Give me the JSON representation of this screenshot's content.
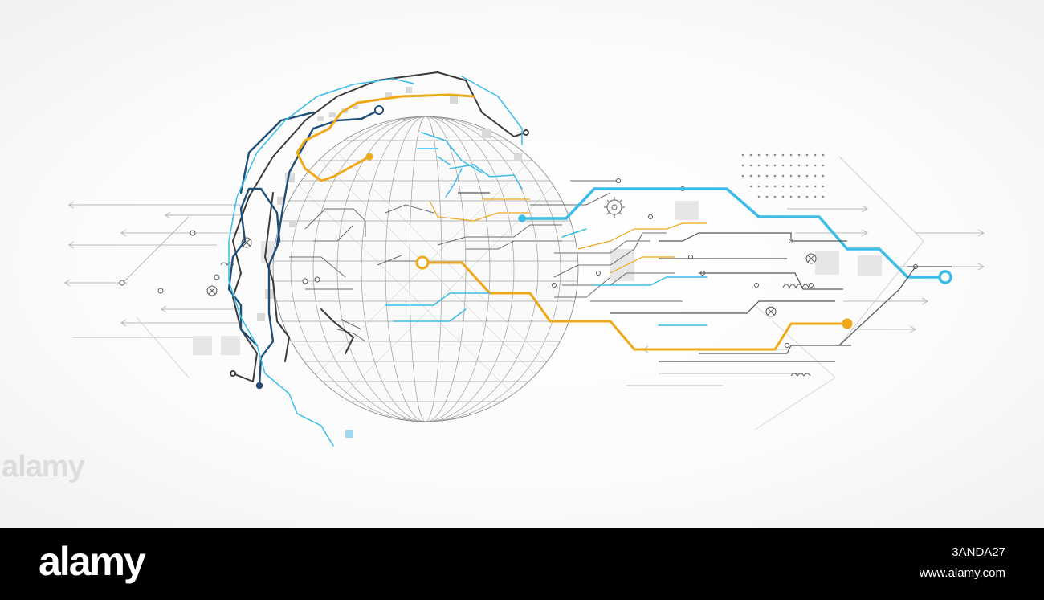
{
  "watermark": {
    "left_text": "alamy"
  },
  "footer": {
    "logo_text": "alamy",
    "image_id": "3ANDA27",
    "site_url": "www.alamy.com"
  },
  "colors": {
    "blue": "#3bbde8",
    "dark_blue": "#1f4e79",
    "orange": "#f0a81b",
    "dark_gray": "#3a3a3a",
    "light_gray": "#9a9a9a"
  },
  "icons": [
    "globe-wireframe",
    "circuit-lines",
    "gear-icon",
    "arrow-icons"
  ]
}
